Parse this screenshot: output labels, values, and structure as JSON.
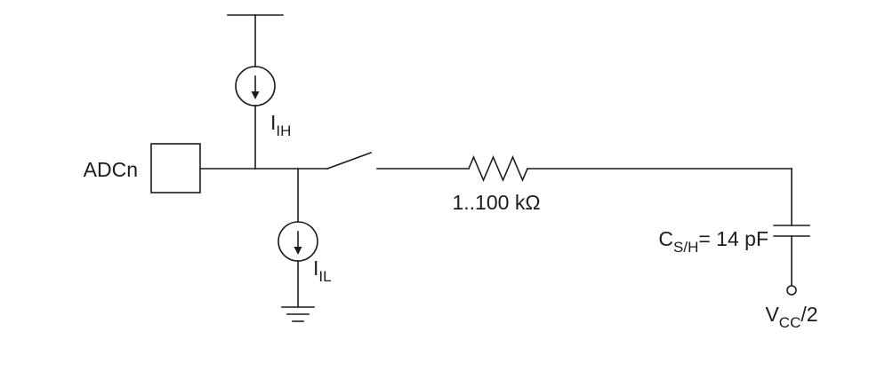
{
  "diagram": {
    "adc_pin_label": "ADCn",
    "current_source_high": {
      "symbol": "I",
      "subscript": "IH"
    },
    "current_source_low": {
      "symbol": "I",
      "subscript": "IL"
    },
    "resistor_label": "1..100 kΩ",
    "capacitor": {
      "symbol": "C",
      "subscript": "S/H",
      "value": "= 14 pF"
    },
    "reference": {
      "symbol": "V",
      "subscript": "CC",
      "suffix": "/2"
    }
  }
}
